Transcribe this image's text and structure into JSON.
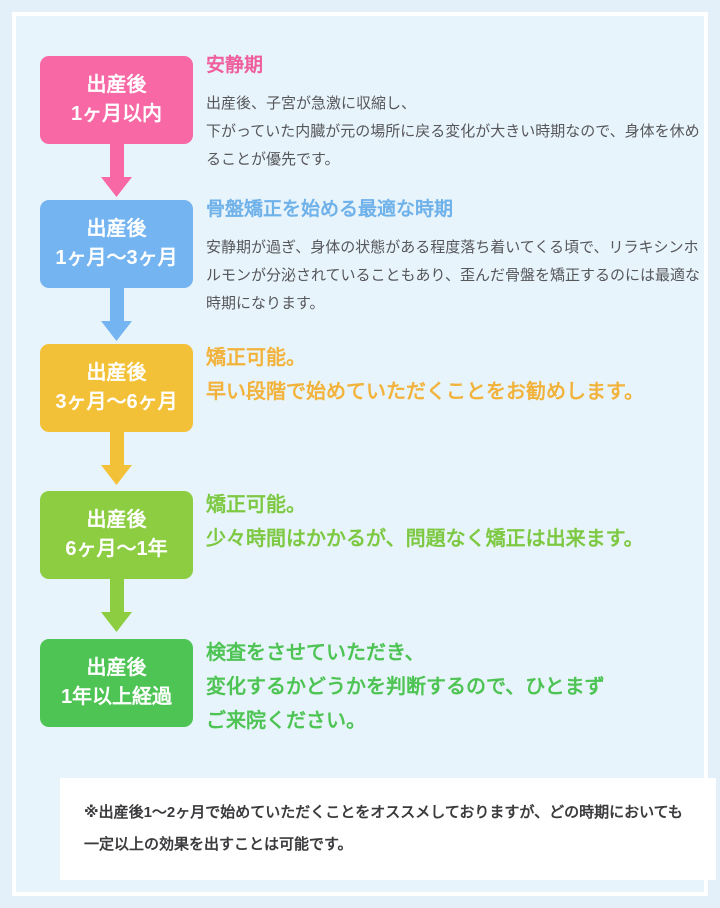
{
  "page": {
    "outer_bg": "#e3f0f9",
    "panel_bg": "#e8f4fc",
    "panel_border": "#ffffff"
  },
  "timeline": {
    "steps": [
      {
        "box_label": "出産後\n1ヶ月以内",
        "box_color": "#f768a5",
        "title": "安静期",
        "title_color": "#ef5f9d",
        "body": "出産後、子宮が急激に収縮し、\n下がっていた内臓が元の場所に戻る変化が大きい時期なので、身体を休めることが優先です。"
      },
      {
        "box_label": "出産後\n1ヶ月〜3ヶ月",
        "box_color": "#74b4f0",
        "title": "骨盤矯正を始める最適な時期",
        "title_color": "#6fb1e9",
        "body": "安静期が過ぎ、身体の状態がある程度落ち着いてくる頃で、リラキシンホルモンが分泌されていることもあり、歪んだ骨盤を矯正するのには最適な時期になります。"
      },
      {
        "box_label": "出産後\n3ヶ月〜6ヶ月",
        "box_color": "#f3c138",
        "message": "矯正可能。\n早い段階で始めていただくことをお勧めします。",
        "message_color": "#f2b33d"
      },
      {
        "box_label": "出産後\n6ヶ月〜1年",
        "box_color": "#8ccd42",
        "message": "矯正可能。\n少々時間はかかるが、問題なく矯正は出来ます。",
        "message_color": "#7ec943"
      },
      {
        "box_label": "出産後\n1年以上経過",
        "box_color": "#4ec454",
        "message": "検査をさせていただき、\n変化するかどうかを判断するので、ひとまず\nご来院ください。",
        "message_color": "#4ec454"
      }
    ]
  },
  "note": {
    "text": "※出産後1〜2ヶ月で始めていただくことをオススメしておりますが、どの時期においても\n一定以上の効果を出すことは可能です。",
    "text_color": "#3b3b3e"
  }
}
